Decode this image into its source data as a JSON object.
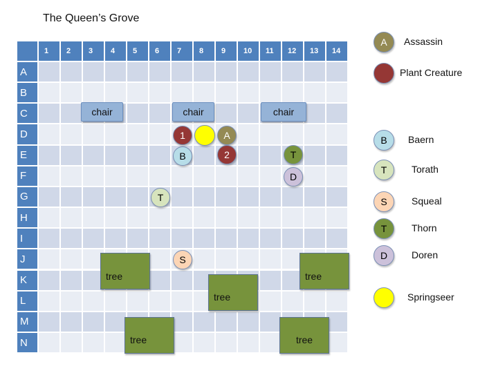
{
  "title": "The Queen’s Grove",
  "grid": {
    "columns": [
      "1",
      "2",
      "3",
      "4",
      "5",
      "6",
      "7",
      "8",
      "9",
      "10",
      "11",
      "12",
      "13",
      "14"
    ],
    "rows": [
      "A",
      "B",
      "C",
      "D",
      "E",
      "F",
      "G",
      "H",
      "I",
      "J",
      "K",
      "L",
      "M",
      "N"
    ],
    "colors": {
      "header": "#4F81BD",
      "row_odd": "#D0D8E8",
      "row_even": "#E9EDF4"
    }
  },
  "objects": [
    {
      "type": "chair",
      "label": "chair",
      "row": "C",
      "col": 3,
      "span_cols": 2,
      "span_rows": 1
    },
    {
      "type": "chair",
      "label": "chair",
      "row": "C",
      "col": 7,
      "span_cols": 2,
      "span_rows": 1
    },
    {
      "type": "chair",
      "label": "chair",
      "row": "C",
      "col": 11,
      "span_cols": 2,
      "span_rows": 1
    },
    {
      "type": "tree",
      "label": "tree",
      "row": "J",
      "col": 4,
      "span_cols": 2,
      "span_rows": 2,
      "text_align": "left"
    },
    {
      "type": "tree",
      "label": "tree",
      "row": "K",
      "col": 9,
      "span_cols": 2,
      "span_rows": 2,
      "text_align": "left"
    },
    {
      "type": "tree",
      "label": "tree",
      "row": "J",
      "col": 13,
      "span_cols": 2,
      "span_rows": 2,
      "text_align": "left"
    },
    {
      "type": "tree",
      "label": "tree",
      "row": "M",
      "col": 5,
      "span_cols": 2,
      "span_rows": 2,
      "text_align": "left"
    },
    {
      "type": "tree",
      "label": "tree",
      "row": "M",
      "col": 12,
      "span_cols": 2,
      "span_rows": 2,
      "text_align": "center"
    }
  ],
  "tokens": [
    {
      "id": "plant-creature-1",
      "label": "1",
      "row": "D",
      "col": 7,
      "color": "#953735",
      "text_color": "#ffffff"
    },
    {
      "id": "springseer",
      "label": "",
      "row": "D",
      "col": 8,
      "color": "#FFFF00",
      "text_color": "#000000"
    },
    {
      "id": "assassin",
      "label": "A",
      "row": "D",
      "col": 9,
      "color": "#948A54",
      "text_color": "#ffffff"
    },
    {
      "id": "baern",
      "label": "B",
      "row": "E",
      "col": 7,
      "color": "#B7DDE8",
      "text_color": "#000000"
    },
    {
      "id": "plant-creature-2",
      "label": "2",
      "row": "E",
      "col": 9,
      "color": "#953735",
      "text_color": "#ffffff"
    },
    {
      "id": "thorn",
      "label": "T",
      "row": "E",
      "col": 12,
      "color": "#77933C",
      "text_color": "#000000"
    },
    {
      "id": "doren",
      "label": "D",
      "row": "F",
      "col": 12,
      "color": "#CCC1DA",
      "text_color": "#000000"
    },
    {
      "id": "torath",
      "label": "T",
      "row": "G",
      "col": 6,
      "color": "#D7E4BD",
      "text_color": "#000000"
    },
    {
      "id": "squeal",
      "label": "S",
      "row": "J",
      "col": 7,
      "color": "#FCD5B5",
      "text_color": "#000000"
    }
  ],
  "legend": [
    {
      "id": "assassin",
      "symbol": "A",
      "name": "Assassin",
      "color": "#948A54",
      "text_color": "#ffffff"
    },
    {
      "id": "plant-creature",
      "symbol": "",
      "name": "Plant Creature",
      "color": "#953735",
      "text_color": "#ffffff"
    },
    {
      "id": "baern",
      "symbol": "B",
      "name": "Baern",
      "color": "#B7DDE8",
      "text_color": "#000000"
    },
    {
      "id": "torath",
      "symbol": "T",
      "name": "Torath",
      "color": "#D7E4BD",
      "text_color": "#000000"
    },
    {
      "id": "squeal",
      "symbol": "S",
      "name": "Squeal",
      "color": "#FCD5B5",
      "text_color": "#000000"
    },
    {
      "id": "thorn",
      "symbol": "T",
      "name": "Thorn",
      "color": "#77933C",
      "text_color": "#000000"
    },
    {
      "id": "doren",
      "symbol": "D",
      "name": "Doren",
      "color": "#CCC1DA",
      "text_color": "#000000"
    },
    {
      "id": "springseer",
      "symbol": "",
      "name": "Springseer",
      "color": "#FFFF00",
      "text_color": "#000000"
    }
  ]
}
